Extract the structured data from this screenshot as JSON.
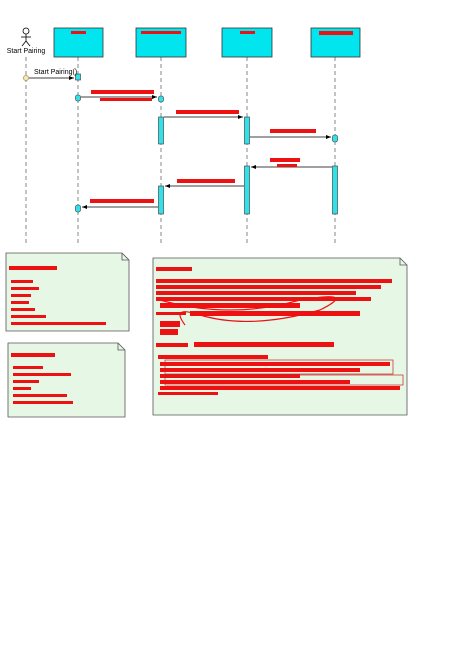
{
  "actor": {
    "label": "Start Pairing"
  },
  "lifelines": [
    {
      "id": "ll-1"
    },
    {
      "id": "ll-2"
    },
    {
      "id": "ll-3"
    },
    {
      "id": "ll-4"
    }
  ],
  "messages": {
    "first_label": "Start Pairing()"
  },
  "colors": {
    "lifeline_head_fill": "#00e5ee",
    "activation_fill": "#33e0e8",
    "note_fill": "#e6f7e6",
    "note_border": "#555555",
    "redaction": "#ee1111",
    "line": "#000000"
  }
}
